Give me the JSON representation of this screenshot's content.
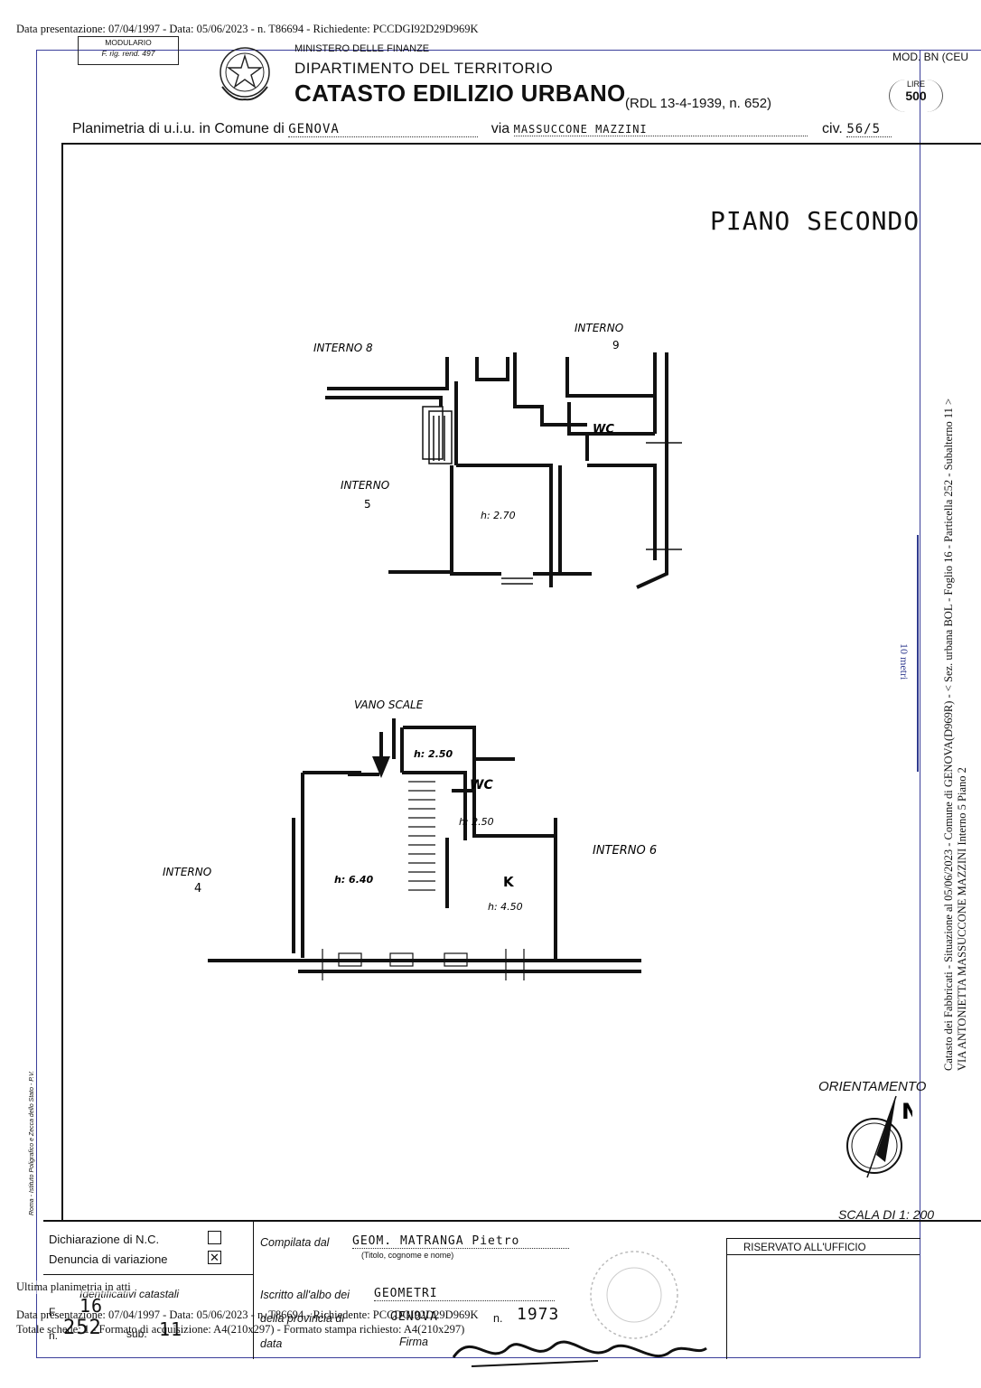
{
  "stamp_top": "Data presentazione: 07/04/1997 - Data: 05/06/2023 - n. T86694 - Richiedente: PCCDGI92D29D969K",
  "modulario": {
    "line1": "MODULARIO",
    "line2": "F. rig. rend. 497"
  },
  "header": {
    "ministry": "MINISTERO DELLE FINANZE",
    "department": "DIPARTIMENTO DEL TERRITORIO",
    "title": "CATASTO EDILIZIO URBANO",
    "law": "(RDL 13-4-1939, n. 652)",
    "mod": "MOD. BN (CEU",
    "lire_label": "LIRE",
    "lire_value": "500"
  },
  "planimetria": {
    "label_comune": "Planimetria di u.i.u. in Comune di",
    "comune": "GENOVA",
    "label_via": "via",
    "via": "MASSUCCONE MAZZINI",
    "label_civ": "civ.",
    "civ": "56/5"
  },
  "plan": {
    "floor": "PIANO SECONDO",
    "top": {
      "interno8": "INTERNO 8",
      "interno9_a": "INTERNO",
      "interno9_b": "9",
      "interno5_a": "INTERNO",
      "interno5_b": "5",
      "wc": "WC",
      "height": "h: 2.70"
    },
    "bottom": {
      "vano_scale": "VANO SCALE",
      "h250a": "h: 2.50",
      "wc": "WC",
      "h250b": "h: 2.50",
      "interno6": "INTERNO 6",
      "interno4_a": "INTERNO",
      "interno4_b": "4",
      "h640": "h: 6.40",
      "k": "K",
      "h450": "h: 4.50"
    }
  },
  "orientation": {
    "label": "ORIENTAMENTO",
    "north": "N"
  },
  "scale": "SCALA DI 1: 200",
  "side_text": {
    "line1": "Catasto dei Fabbricati - Situazione al 05/06/2023 - Comune di GENOVA(D969R) - < Sez. urbana BOL - Foglio 16 - Particella 252 - Subalterno 11 >",
    "line2": "VIA ANTONIETTA MASSUCCONE MAZZINI  Interno 5 Piano 2"
  },
  "scale_bar_label": "10 metri",
  "vertical_printer": "Roma - Istituto Poligrafico e Zecca dello Stato - P.V.",
  "footer": {
    "dichiarazione": "Dichiarazione di N.C.",
    "denuncia": "Denuncia di  variazione",
    "identificativi": "Identificativi catastali",
    "f_label": "F.",
    "f_value": "16",
    "n_label": "n.",
    "n_value": "252",
    "sub_label": "sub.",
    "sub_value": "11",
    "compilata": "Compilata dal",
    "compilata_value": "GEOM. MATRANGA  Pietro",
    "titolo": "(Titolo, cognome e nome)",
    "iscritto": "Iscritto all'albo dei",
    "iscritto_value": "GEOMETRI",
    "provincia": "della provincia di",
    "provincia_value": "GENOVA",
    "n2_label": "n.",
    "n2_value": "1973",
    "data": "data",
    "firma": "Firma",
    "riservato": "RISERVATO ALL'UFFICIO"
  },
  "stamp_bottom": {
    "line1": "Ultima planimetria in atti",
    "line2": "Data presentazione: 07/04/1997 - Data: 05/06/2023 - n. T86694 - Richiedente: PCCDGI92D29D969K",
    "line3": "Totale schede: 1 - Formato di acquisizione: A4(210x297)  - Formato stampa richiesto: A4(210x297)"
  }
}
